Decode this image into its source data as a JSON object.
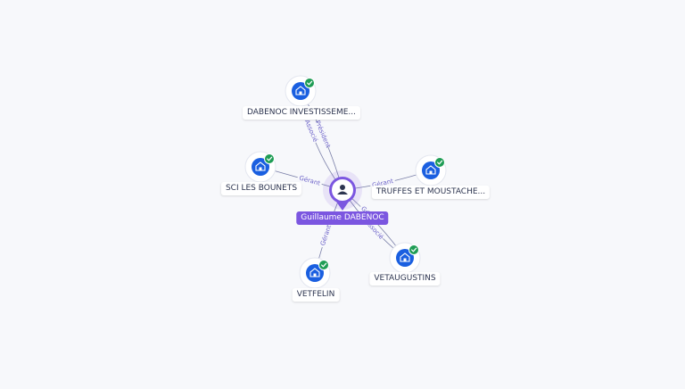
{
  "center": {
    "label": "Guillaume DABENOC",
    "icon": "person-icon"
  },
  "nodes": [
    {
      "id": "dabenoc",
      "label": "DABENOC INVESTISSEME...",
      "icon": "building-icon",
      "status": "verified-check-icon"
    },
    {
      "id": "sci",
      "label": "SCI LES BOUNETS",
      "icon": "building-icon",
      "status": "verified-check-icon"
    },
    {
      "id": "truffes",
      "label": "TRUFFES ET MOUSTACHE...",
      "icon": "building-icon",
      "status": "verified-check-icon"
    },
    {
      "id": "vetaugustins",
      "label": "VETAUGUSTINS",
      "icon": "building-icon",
      "status": "verified-check-icon"
    },
    {
      "id": "vetfelin",
      "label": "VETFELIN",
      "icon": "building-icon",
      "status": "verified-check-icon"
    }
  ],
  "edges": [
    {
      "to": "dabenoc",
      "label": "Président"
    },
    {
      "to": "dabenoc",
      "label": "Associé"
    },
    {
      "to": "sci",
      "label": "Gérant"
    },
    {
      "to": "truffes",
      "label": "Gérant"
    },
    {
      "to": "vetaugustins",
      "label": "Gérant"
    },
    {
      "to": "vetaugustins",
      "label": "Associé"
    },
    {
      "to": "vetfelin",
      "label": "Gérant"
    }
  ],
  "colors": {
    "accent": "#7b56e0",
    "node_blue": "#1a5fe0",
    "check_green": "#1f9d55",
    "edge": "#7a7fa8"
  }
}
